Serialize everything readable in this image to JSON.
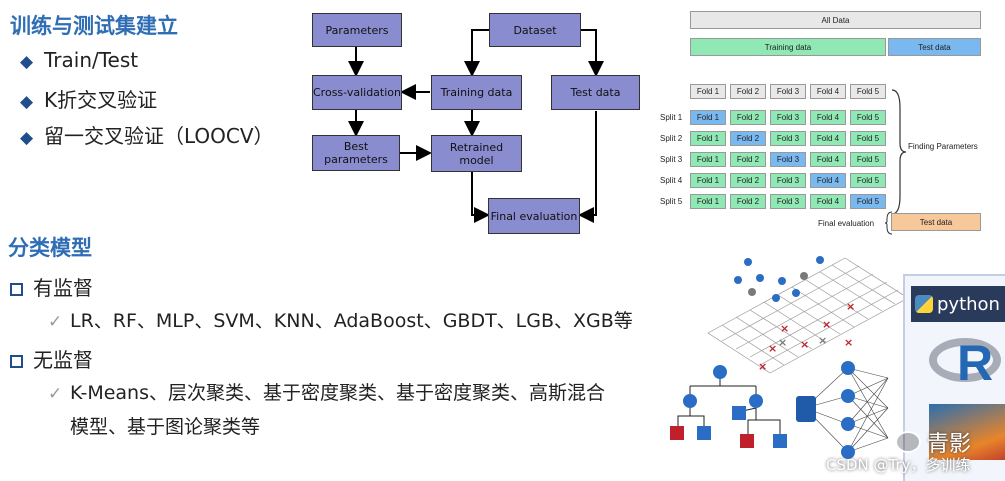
{
  "left": {
    "section1_title": "训练与测试集建立",
    "section1_items": [
      "Train/Test",
      "K折交叉验证",
      "留一交叉验证（LOOCV）"
    ],
    "section2_title": "分类模型",
    "supervised_label": "有监督",
    "supervised_methods": "LR、RF、MLP、SVM、KNN、AdaBoost、GBDT、LGB、XGB等",
    "unsupervised_label": "无监督",
    "unsupervised_methods_line1": "K-Means、层次聚类、基于密度聚类、基于密度聚类、高斯混合",
    "unsupervised_methods_line2": "模型、基于图论聚类等"
  },
  "flow": {
    "parameters": "Parameters",
    "dataset": "Dataset",
    "cross_validation": "Cross-validation",
    "training_data": "Training data",
    "test_data": "Test data",
    "best_parameters": "Best parameters",
    "retrained_model": "Retrained model",
    "final_evaluation": "Final evaluation"
  },
  "cv": {
    "all_data": "All Data",
    "training_data": "Training data",
    "test_data": "Test data",
    "folds": [
      "Fold 1",
      "Fold 2",
      "Fold 3",
      "Fold 4",
      "Fold 5"
    ],
    "splits": [
      "Split 1",
      "Split 2",
      "Split 3",
      "Split 4",
      "Split 5"
    ],
    "finding_parameters": "Finding Parameters",
    "final_evaluation": "Final evaluation",
    "final_test_data": "Test data",
    "colors": {
      "train": "#90e8b4",
      "test": "#7ab8f0",
      "header": "#e8e8e8",
      "final_test": "#f7c89a"
    }
  },
  "logos": {
    "python_text": "python",
    "r_text": "R"
  },
  "watermark": {
    "line1": "青影",
    "line2": "CSDN @Try，多训练"
  },
  "icons": [
    "diamond-bullet-icon",
    "square-bullet-icon",
    "check-icon",
    "python-logo-icon",
    "r-logo-icon",
    "matlab-logo-icon",
    "wechat-icon"
  ]
}
